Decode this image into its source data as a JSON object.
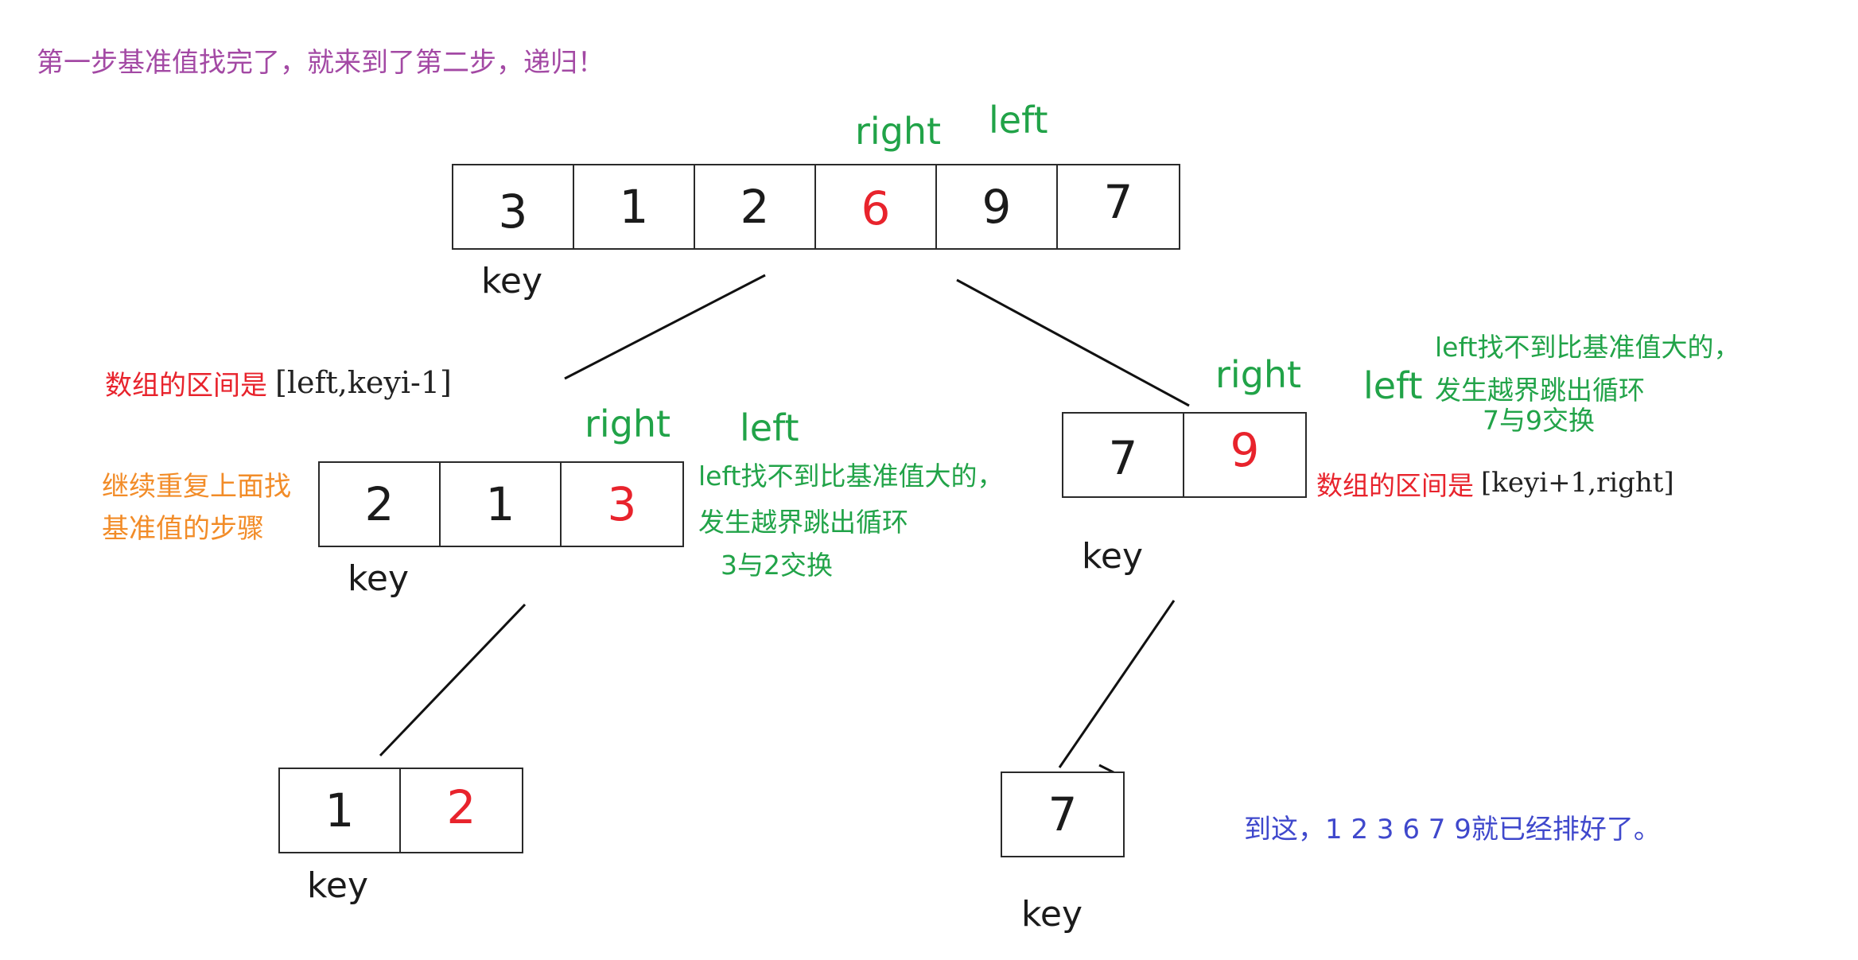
{
  "header": "第一步基准值找完了，就来到了第二步，递归！",
  "top": {
    "values": [
      "3",
      "1",
      "2",
      "6",
      "9",
      "7"
    ],
    "right_label": "right",
    "left_label": "left",
    "key_label": "key"
  },
  "left_mid": {
    "interval_prefix": "数组的区间是",
    "interval_expr": "[left,keyi-1]",
    "repeat_line1": "继续重复上面找",
    "repeat_line2": "基准值的步骤",
    "values": [
      "2",
      "1",
      "3"
    ],
    "right_label": "right",
    "left_label": "left",
    "key_label": "key",
    "note_line1": "left找不到比基准值大的，",
    "note_line2": "发生越界跳出循环",
    "note_line3": "3与2交换"
  },
  "right_mid": {
    "values": [
      "7",
      "9"
    ],
    "right_label": "right",
    "left_label": "left",
    "key_label": "key",
    "interval_prefix": "数组的区间是",
    "interval_expr": "[keyi+1,right]",
    "note_line1": "left找不到比基准值大的，",
    "note_line2": "发生越界跳出循环",
    "note_line3": "7与9交换"
  },
  "left_bottom": {
    "values": [
      "1",
      "2"
    ],
    "key_label": "key"
  },
  "right_bottom": {
    "values": [
      "7"
    ],
    "key_label": "key"
  },
  "conclusion": "到这，1 2 3 6 7 9就已经排好了。",
  "colors": {
    "purple": "#a349a4",
    "green": "#21a348",
    "red": "#e8232c",
    "orange": "#f28c28",
    "blue": "#3f48cc"
  }
}
